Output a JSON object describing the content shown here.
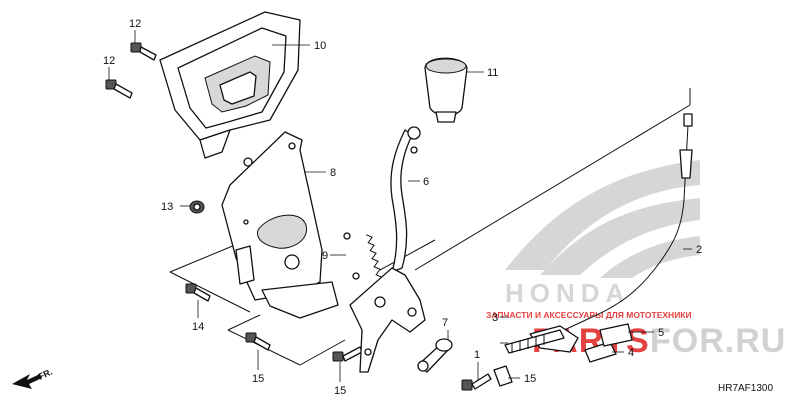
{
  "diagram": {
    "figure_code": "HR7AF1300",
    "front_arrow_label": "FR.",
    "colors": {
      "line": "#111111",
      "watermark_red": "#e02020",
      "watermark_gray": "#c9c9c9"
    }
  },
  "callouts": [
    {
      "id": "c1",
      "label": "1"
    },
    {
      "id": "c2",
      "label": "2"
    },
    {
      "id": "c3",
      "label": "3"
    },
    {
      "id": "c4",
      "label": "4"
    },
    {
      "id": "c5",
      "label": "5"
    },
    {
      "id": "c6",
      "label": "6"
    },
    {
      "id": "c7",
      "label": "7"
    },
    {
      "id": "c8",
      "label": "8"
    },
    {
      "id": "c9",
      "label": "9"
    },
    {
      "id": "c10",
      "label": "10"
    },
    {
      "id": "c11",
      "label": "11"
    },
    {
      "id": "c12a",
      "label": "12"
    },
    {
      "id": "c12b",
      "label": "12"
    },
    {
      "id": "c13",
      "label": "13"
    },
    {
      "id": "c14",
      "label": "14"
    },
    {
      "id": "c15a",
      "label": "15"
    },
    {
      "id": "c15b",
      "label": "15"
    },
    {
      "id": "c15c",
      "label": "15"
    }
  ],
  "watermark": {
    "brand": "HONDA",
    "site_prefix": "PARTS",
    "site_suffix": "FOR.RU",
    "tagline": "ЗАПЧАСТИ И АКСЕССУАРЫ ДЛЯ МОТОТЕХНИКИ"
  }
}
